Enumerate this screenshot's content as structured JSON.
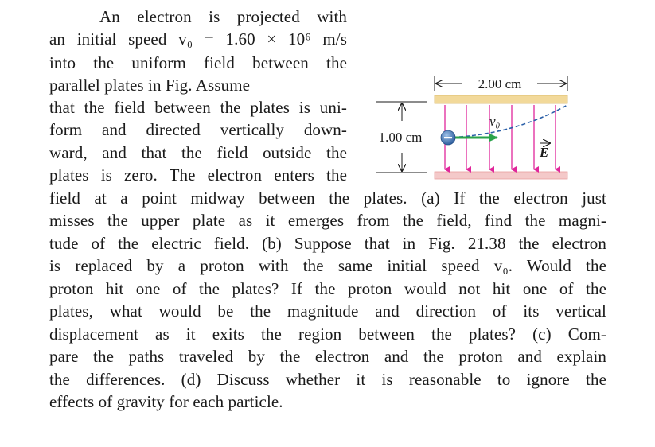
{
  "problem": {
    "lines": [
      "An electron is projected with",
      "an initial speed v₀ = 1.60 × 10⁶ m/s",
      "into the uniform field between the",
      "parallel plates in Fig. Assume",
      "that the field between the plates is uni-",
      "form and directed vertically down-",
      "ward, and that the field outside the",
      "plates is zero. The electron enters the",
      "field at a point midway between the plates. (a) If the electron just",
      "misses the upper plate as it emerges from the field, find the magni-",
      "tude of the electric field. (b) Suppose that in Fig. 21.38 the electron",
      "is replaced by a proton with the same initial speed v₀. Would the",
      "proton hit one of the plates? If the proton would not hit one of the",
      "plates, what would be the magnitude and direction of its vertical",
      "displacement as it exits the region between the plates? (c) Com-",
      "pare the paths traveled by the electron and the proton and explain",
      "the differences. (d) Discuss whether it is reasonable to ignore the",
      "effects of gravity for each particle."
    ]
  },
  "figure": {
    "width_label": "2.00 cm",
    "gap_label": "1.00 cm",
    "velocity_label": "v₀",
    "field_label": "E",
    "colors": {
      "plate_top": "#f2d99a",
      "plate_bottom": "#f4c9c9",
      "field_arrow": "#e0269a",
      "velocity_arrow": "#2aa34a",
      "electron": "#3a6fb0",
      "trajectory": "#2a5fa8",
      "plate_edge": "#e8a0a0"
    }
  }
}
